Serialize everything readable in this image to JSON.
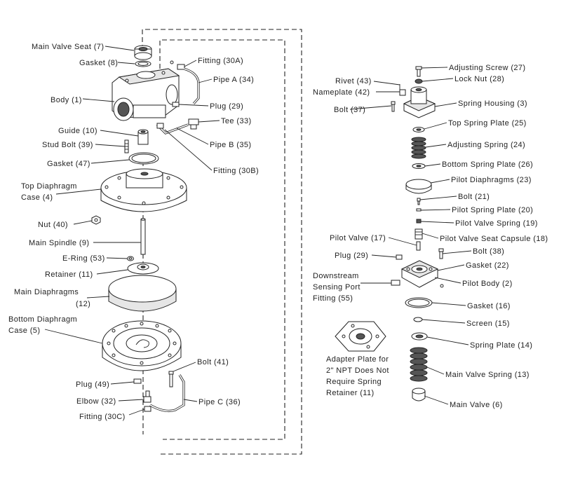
{
  "labels": {
    "main_valve_seat": "Main Valve Seat (7)",
    "gasket_8": "Gasket (8)",
    "body_1": "Body (1)",
    "guide_10": "Guide (10)",
    "stud_bolt_39": "Stud Bolt (39)",
    "gasket_47": "Gasket (47)",
    "top_diaphragm_case_l1": "Top Diaphragm",
    "top_diaphragm_case_l2": "Case (4)",
    "nut_40": "Nut (40)",
    "main_spindle_9": "Main Spindle (9)",
    "e_ring_53": "E-Ring (53)",
    "retainer_11": "Retainer (11)",
    "main_diaphragms_l1": "Main Diaphragms",
    "main_diaphragms_l2": "(12)",
    "bottom_diaphragm_case_l1": "Bottom Diaphragm",
    "bottom_diaphragm_case_l2": "Case (5)",
    "plug_49": "Plug (49)",
    "elbow_32": "Elbow (32)",
    "fitting_30c": "Fitting (30C)",
    "fitting_30a": "Fitting (30A)",
    "pipe_a_34": "Pipe A (34)",
    "plug_29_left": "Plug (29)",
    "tee_33": "Tee (33)",
    "pipe_b_35": "Pipe B (35)",
    "fitting_30b": "Fitting (30B)",
    "bolt_41": "Bolt (41)",
    "pipe_c_36": "Pipe C (36)",
    "rivet_43": "Rivet (43)",
    "nameplate_42": "Nameplate (42)",
    "bolt_37": "Bolt (37)",
    "adjusting_screw_27": "Adjusting Screw (27)",
    "lock_nut_28": "Lock Nut (28)",
    "spring_housing_3": "Spring Housing (3)",
    "top_spring_plate_25": "Top Spring Plate (25)",
    "adjusting_spring_24": "Adjusting Spring (24)",
    "bottom_spring_plate_26": "Bottom Spring Plate (26)",
    "pilot_diaphragms_23": "Pilot Diaphragms (23)",
    "bolt_21": "Bolt (21)",
    "pilot_spring_plate_20": "Pilot Spring Plate (20)",
    "pilot_valve_spring_19": "Pilot Valve Spring (19)",
    "pilot_valve_17": "Pilot Valve (17)",
    "pilot_valve_seat_capsule_18": "Pilot Valve Seat Capsule (18)",
    "plug_29_right": "Plug (29)",
    "bolt_38": "Bolt (38)",
    "gasket_22": "Gasket (22)",
    "downstream_l1": "Downstream",
    "downstream_l2": "Sensing Port",
    "downstream_l3": "Fitting (55)",
    "pilot_body_2": "Pilot Body (2)",
    "gasket_16": "Gasket (16)",
    "screen_15": "Screen (15)",
    "spring_plate_14": "Spring Plate (14)",
    "adapter_l1": "Adapter Plate for",
    "adapter_l2": "2\" NPT Does Not",
    "adapter_l3": "Require Spring",
    "adapter_l4": "Retainer (11)",
    "main_valve_spring_13": "Main Valve Spring (13)",
    "main_valve_6": "Main Valve (6)"
  }
}
